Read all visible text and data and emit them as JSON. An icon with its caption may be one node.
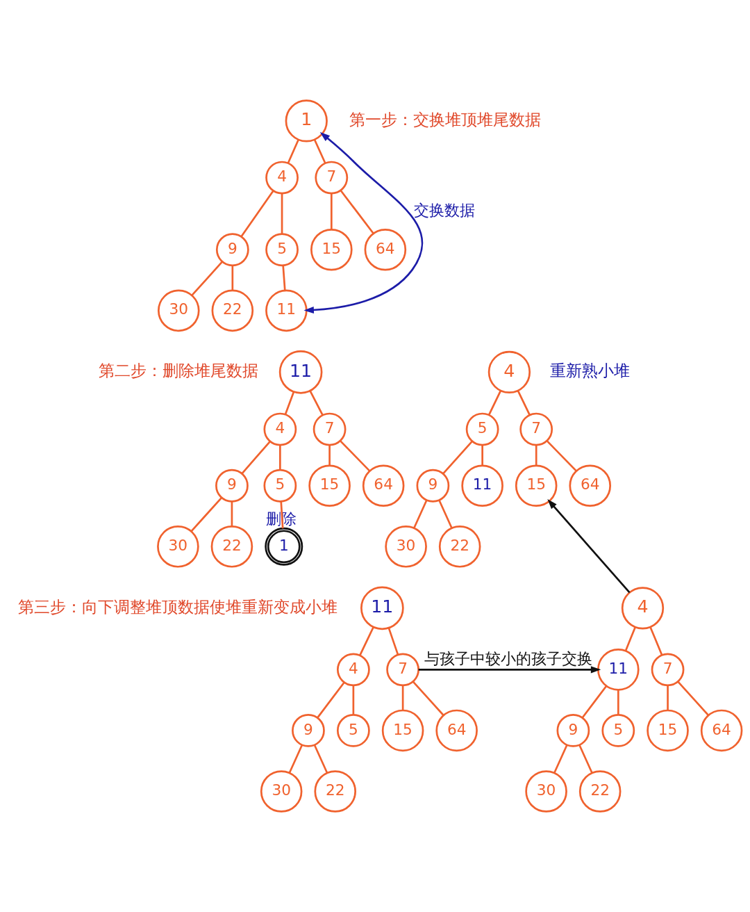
{
  "diagram": {
    "nodes": [
      {
        "text": [
          "1"
        ]
      },
      {
        "text": [
          "4"
        ]
      },
      {
        "text": [
          "7"
        ]
      },
      {
        "text": [
          "9"
        ]
      },
      {
        "text": [
          "5"
        ]
      },
      {
        "text": [
          "15"
        ]
      },
      {
        "text": [
          "64"
        ]
      },
      {
        "text": [
          "30"
        ]
      },
      {
        "text": [
          "22"
        ]
      },
      {
        "text": [
          "11"
        ]
      },
      {
        "text": [
          "11"
        ]
      },
      {
        "text": [
          "4"
        ]
      },
      {
        "text": [
          "7"
        ]
      },
      {
        "text": [
          "9"
        ]
      },
      {
        "text": [
          "5"
        ]
      },
      {
        "text": [
          "15"
        ]
      },
      {
        "text": [
          "64"
        ]
      },
      {
        "text": [
          "30"
        ]
      },
      {
        "text": [
          "22"
        ]
      },
      {
        "text": [
          "1"
        ],
        "beside": [
          "删除"
        ]
      },
      {
        "text": [
          "11"
        ]
      },
      {
        "text": [
          "4"
        ]
      },
      {
        "text": [
          "7"
        ]
      },
      {
        "text": [
          "9"
        ]
      },
      {
        "text": [
          "5"
        ]
      },
      {
        "text": [
          "15"
        ]
      },
      {
        "text": [
          "64"
        ]
      },
      {
        "text": [
          "30"
        ]
      },
      {
        "text": [
          "22"
        ]
      },
      {
        "text": [
          "4"
        ]
      },
      {
        "text": [
          "11"
        ]
      },
      {
        "text": [
          "7"
        ]
      },
      {
        "text": [
          "9"
        ]
      },
      {
        "text": [
          "5"
        ]
      },
      {
        "text": [
          "15"
        ]
      },
      {
        "text": [
          "64"
        ]
      },
      {
        "text": [
          "30"
        ]
      },
      {
        "text": [
          "22"
        ]
      },
      {
        "text": [
          "4"
        ]
      },
      {
        "text": [
          "5"
        ]
      },
      {
        "text": [
          "7"
        ]
      },
      {
        "text": [
          "9"
        ]
      },
      {
        "text": [
          "11"
        ]
      },
      {
        "text": [
          "15"
        ]
      },
      {
        "text": [
          "64"
        ]
      },
      {
        "text": [
          "30"
        ]
      },
      {
        "text": [
          "22"
        ]
      }
    ],
    "edges": [
      {
        "from": 0,
        "to": 1,
        "arrow": "none"
      },
      {
        "from": 0,
        "to": 2,
        "arrow": "none"
      },
      {
        "from": 1,
        "to": 3,
        "arrow": "none"
      },
      {
        "from": 1,
        "to": 4,
        "arrow": "none"
      },
      {
        "from": 2,
        "to": 5,
        "arrow": "none"
      },
      {
        "from": 2,
        "to": 6,
        "arrow": "none"
      },
      {
        "from": 3,
        "to": 7,
        "arrow": "none"
      },
      {
        "from": 3,
        "to": 8,
        "arrow": "none"
      },
      {
        "from": 4,
        "to": 9,
        "arrow": "none"
      },
      {
        "from": 0,
        "to": 9,
        "arrow": "both",
        "label": "交换数据",
        "color": "#1c1ca8"
      },
      {
        "from": 10,
        "to": 11,
        "arrow": "none"
      },
      {
        "from": 10,
        "to": 12,
        "arrow": "none"
      },
      {
        "from": 11,
        "to": 13,
        "arrow": "none"
      },
      {
        "from": 11,
        "to": 14,
        "arrow": "none"
      },
      {
        "from": 12,
        "to": 15,
        "arrow": "none"
      },
      {
        "from": 12,
        "to": 16,
        "arrow": "none"
      },
      {
        "from": 13,
        "to": 17,
        "arrow": "none"
      },
      {
        "from": 13,
        "to": 18,
        "arrow": "none"
      },
      {
        "from": 14,
        "to": 19,
        "arrow": "none"
      },
      {
        "from": 20,
        "to": 21,
        "arrow": "none"
      },
      {
        "from": 20,
        "to": 22,
        "arrow": "none"
      },
      {
        "from": 21,
        "to": 23,
        "arrow": "none"
      },
      {
        "from": 21,
        "to": 24,
        "arrow": "none"
      },
      {
        "from": 22,
        "to": 25,
        "arrow": "none"
      },
      {
        "from": 22,
        "to": 26,
        "arrow": "none"
      },
      {
        "from": 23,
        "to": 27,
        "arrow": "none"
      },
      {
        "from": 23,
        "to": 28,
        "arrow": "none"
      },
      {
        "from": 22,
        "to": 30,
        "arrow": "to",
        "label": "与孩子中较小的孩子交换",
        "color": "#111111"
      },
      {
        "from": 29,
        "to": 30,
        "arrow": "none"
      },
      {
        "from": 29,
        "to": 31,
        "arrow": "none"
      },
      {
        "from": 30,
        "to": 32,
        "arrow": "none"
      },
      {
        "from": 30,
        "to": 33,
        "arrow": "none"
      },
      {
        "from": 31,
        "to": 34,
        "arrow": "none"
      },
      {
        "from": 31,
        "to": 35,
        "arrow": "none"
      },
      {
        "from": 32,
        "to": 36,
        "arrow": "none"
      },
      {
        "from": 32,
        "to": 37,
        "arrow": "none"
      },
      {
        "from": 29,
        "to": 43,
        "arrow": "to",
        "color": "#111111"
      },
      {
        "from": 38,
        "to": 39,
        "arrow": "none"
      },
      {
        "from": 38,
        "to": 40,
        "arrow": "none"
      },
      {
        "from": 39,
        "to": 41,
        "arrow": "none"
      },
      {
        "from": 39,
        "to": 42,
        "arrow": "none"
      },
      {
        "from": 40,
        "to": 43,
        "arrow": "none"
      },
      {
        "from": 40,
        "to": 44,
        "arrow": "none"
      },
      {
        "from": 41,
        "to": 45,
        "arrow": "none"
      },
      {
        "from": 41,
        "to": 46,
        "arrow": "none"
      }
    ],
    "labels": [
      "第一步：交换堆顶堆尾数据",
      "第二步：删除堆尾数据",
      "重新熟小堆",
      "第三步：向下调整堆顶数据使堆重新变成小堆"
    ]
  }
}
